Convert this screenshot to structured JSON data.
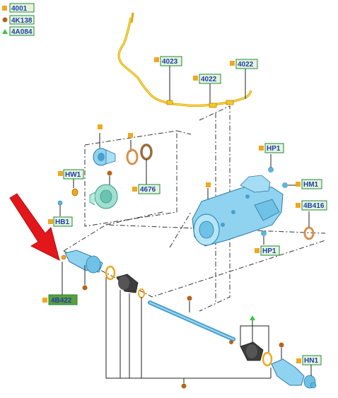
{
  "legend": [
    {
      "symbol": "orange-square",
      "code": "4001"
    },
    {
      "symbol": "brown-circle",
      "code": "4K138"
    },
    {
      "symbol": "green-triangle",
      "code": "4A084"
    }
  ],
  "callouts": {
    "c4023": "4023",
    "c4022a": "4022",
    "c4022b": "4022",
    "hw1": "HW1",
    "c4676": "4676",
    "hb1": "HB1",
    "hp1a": "HP1",
    "hm1": "HM1",
    "c4b416": "4B416",
    "hp1b": "HP1",
    "c4b422": "4B422",
    "hn1": "HN1"
  },
  "colors": {
    "square": "#f0a81e",
    "circle": "#b4651c",
    "triangle": "#3cc34a",
    "label_border": "#1e8a3a",
    "label_fill": "#e6f4dc",
    "highlight_fill": "#5f9e3c",
    "part_blue": "#8fd3f0",
    "part_blue_dark": "#4a9fcb",
    "ring_orange": "#e8a85a",
    "cable_yellow": "#f2c82c",
    "arrow_red": "#e3161c",
    "boot_dark": "#3c3c3c"
  },
  "icons": [
    "orange-square-icon",
    "brown-circle-icon",
    "green-triangle-icon",
    "red-arrow-icon"
  ]
}
